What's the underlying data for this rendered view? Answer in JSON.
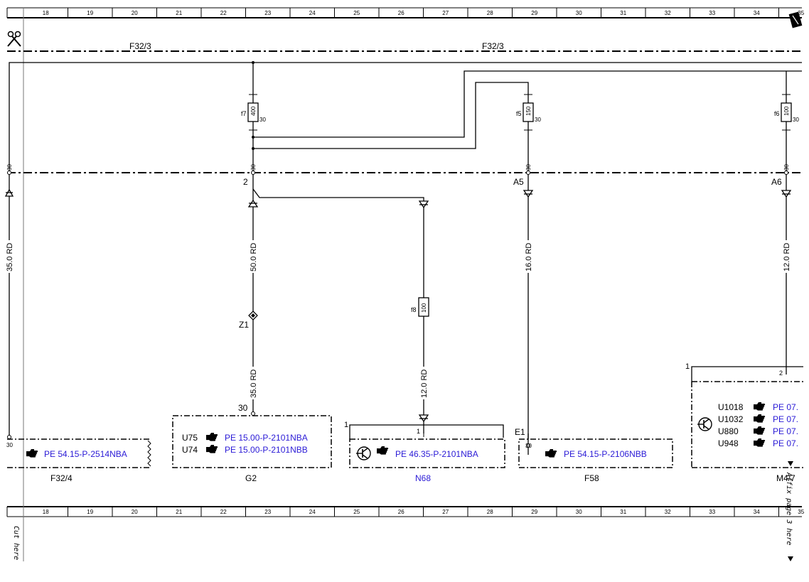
{
  "grid": {
    "columns": [
      "18",
      "19",
      "20",
      "21",
      "22",
      "23",
      "24",
      "25",
      "26",
      "27",
      "28",
      "29",
      "30",
      "31",
      "32",
      "33",
      "34",
      "35"
    ]
  },
  "rails": {
    "top_label_left": "F32/3",
    "top_label_right": "F32/3"
  },
  "fuses": {
    "f7": {
      "name": "f7",
      "rating": "400",
      "pin": "30"
    },
    "f5": {
      "name": "f5",
      "rating": "150",
      "pin": "30"
    },
    "f6": {
      "name": "f6",
      "rating": "100",
      "pin": "30"
    },
    "f8": {
      "name": "f8",
      "rating": "100"
    }
  },
  "connectors": {
    "c1": "30",
    "c2": "30",
    "c2_label": "2",
    "c3": "30",
    "c3_label": "A5",
    "c4": "30",
    "c4_label": "A6",
    "z1": "Z1",
    "g2_pin": "30",
    "n68_pin1": "1",
    "n68_pin1b": "1",
    "f58_pin": "E1",
    "m_pin1": "1",
    "m_pin2": "2",
    "f32_4_pin": "30"
  },
  "wires": {
    "w1": "35.0 RD",
    "w2": "50.0 RD",
    "w3": "35.0 RD",
    "w4": "12.0 RD",
    "w5": "16.0 RD",
    "w6": "12.0 RD"
  },
  "components": {
    "f32_4": {
      "name": "F32/4",
      "ref": "PE 54.15-P-2514NBA"
    },
    "g2": {
      "name": "G2",
      "rows": [
        {
          "code": "U75",
          "ref": "PE 15.00-P-2101NBA"
        },
        {
          "code": "U74",
          "ref": "PE 15.00-P-2101NBB"
        }
      ]
    },
    "n68": {
      "name": "N68",
      "ref": "PE 46.35-P-2101NBA"
    },
    "f58": {
      "name": "F58",
      "ref": "PE 54.15-P-2106NBB"
    },
    "m": {
      "name": "M4/7",
      "rows": [
        {
          "code": "U1018",
          "ref": "PE 07."
        },
        {
          "code": "U1032",
          "ref": "PE 07."
        },
        {
          "code": "U880",
          "ref": "PE 07."
        },
        {
          "code": "U948",
          "ref": "PE 07."
        }
      ]
    }
  },
  "notes": {
    "cut_here": "Cut here",
    "affix": "Affix page 3 here"
  },
  "colors": {
    "link": "#2a1ad6",
    "line": "#000000"
  }
}
